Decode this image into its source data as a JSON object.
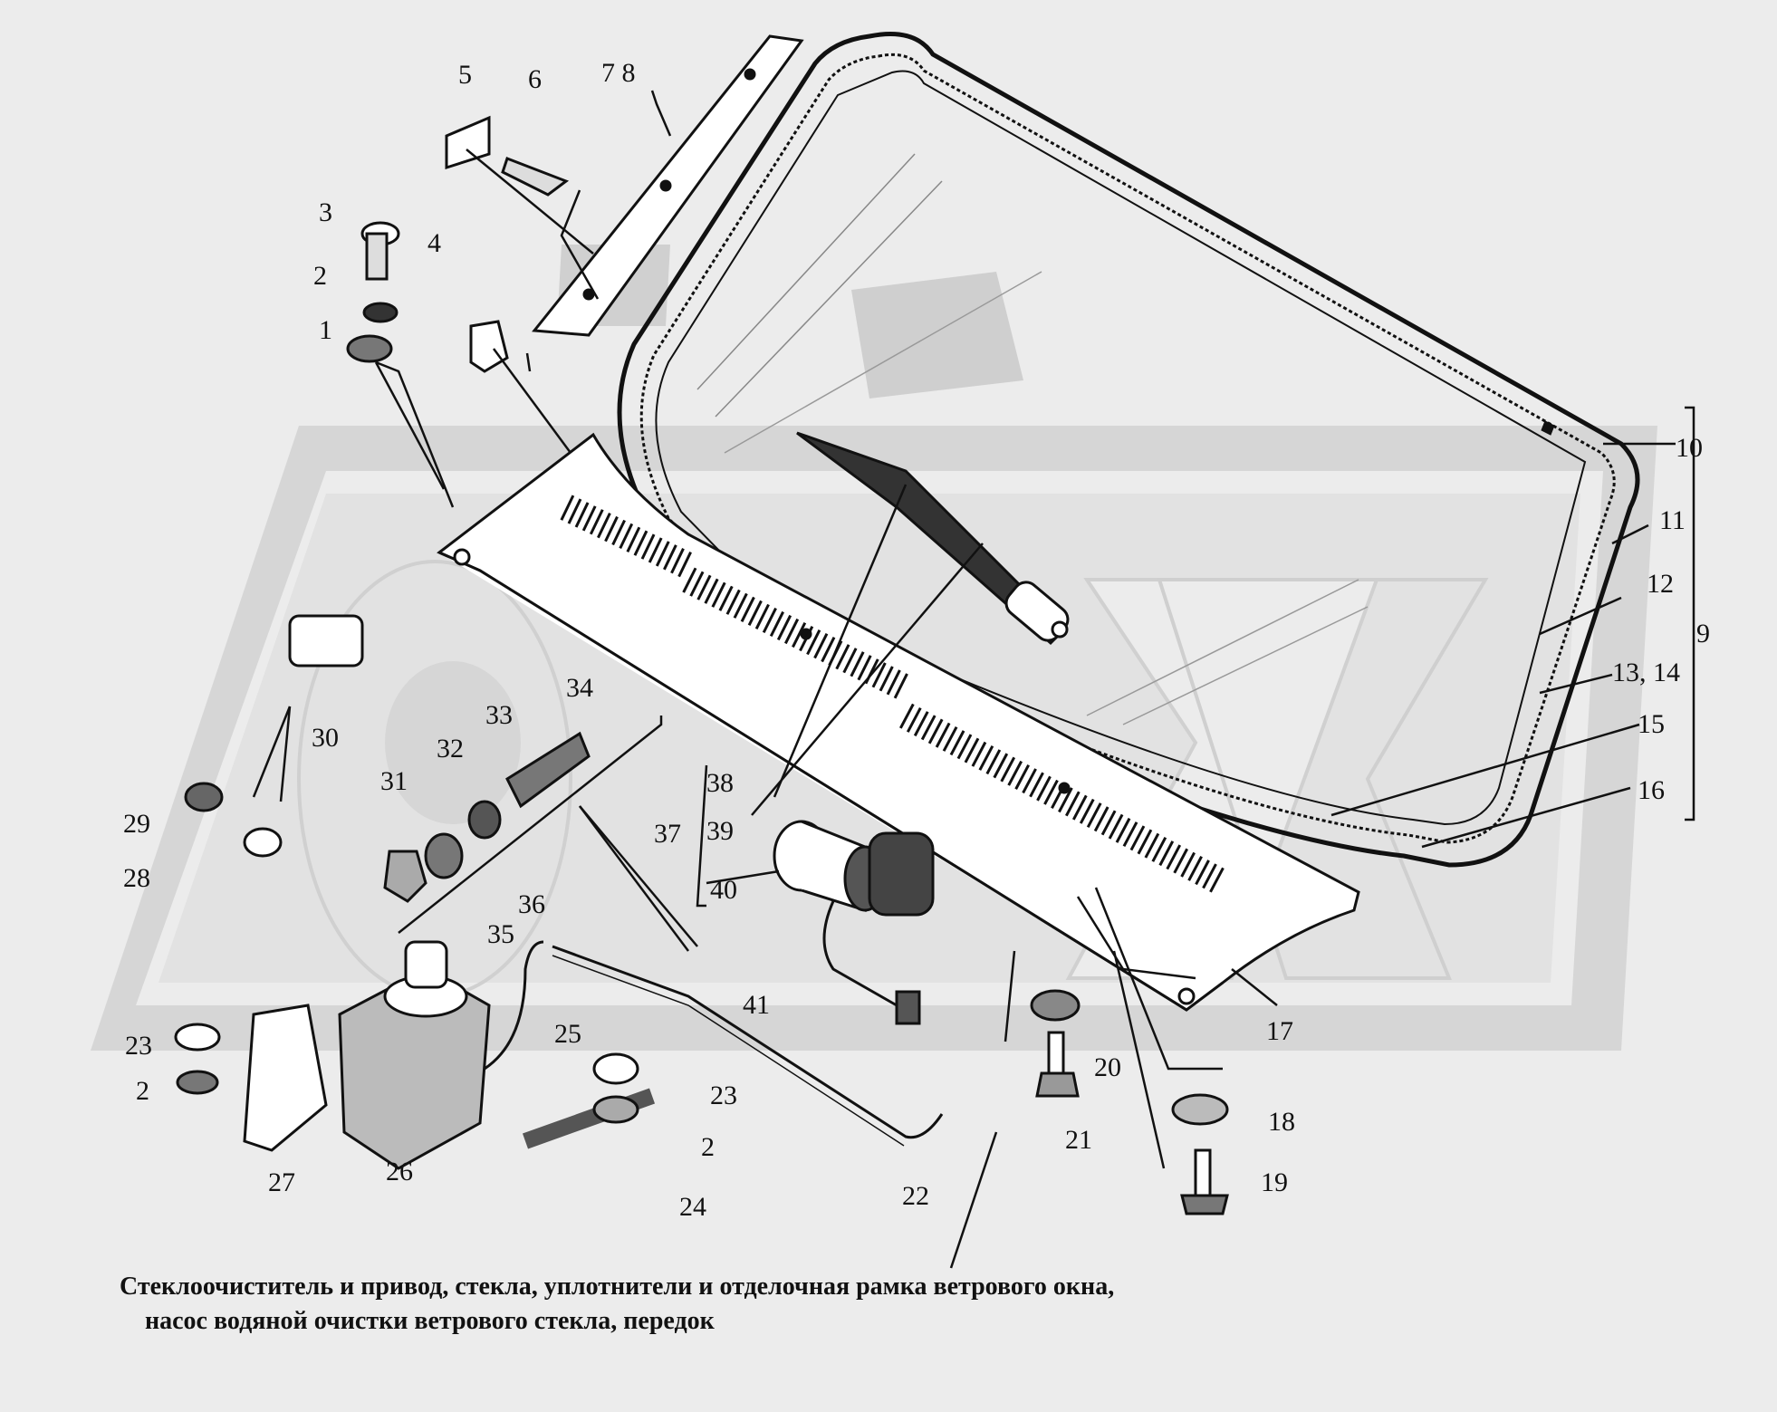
{
  "diagram": {
    "callouts": [
      {
        "id": "c5",
        "text": "5"
      },
      {
        "id": "c6",
        "text": "6"
      },
      {
        "id": "c7-8",
        "text": "7 8"
      },
      {
        "id": "c3",
        "text": "3"
      },
      {
        "id": "c4",
        "text": "4"
      },
      {
        "id": "c2-top",
        "text": "2"
      },
      {
        "id": "c1",
        "text": "1"
      },
      {
        "id": "c10",
        "text": "10"
      },
      {
        "id": "c11",
        "text": "11"
      },
      {
        "id": "c12",
        "text": "12"
      },
      {
        "id": "c9",
        "text": "9"
      },
      {
        "id": "c13-14",
        "text": "13, 14"
      },
      {
        "id": "c15",
        "text": "15"
      },
      {
        "id": "c16",
        "text": "16"
      },
      {
        "id": "c30",
        "text": "30"
      },
      {
        "id": "c34",
        "text": "34"
      },
      {
        "id": "c32",
        "text": "32"
      },
      {
        "id": "c33",
        "text": "33"
      },
      {
        "id": "c31",
        "text": "31"
      },
      {
        "id": "c29",
        "text": "29"
      },
      {
        "id": "c28",
        "text": "28"
      },
      {
        "id": "c38",
        "text": "38"
      },
      {
        "id": "c37",
        "text": "37"
      },
      {
        "id": "c39",
        "text": "39"
      },
      {
        "id": "c40",
        "text": "40"
      },
      {
        "id": "c36",
        "text": "36"
      },
      {
        "id": "c35",
        "text": "35"
      },
      {
        "id": "c41",
        "text": "41"
      },
      {
        "id": "c25",
        "text": "25"
      },
      {
        "id": "c23-left",
        "text": "23"
      },
      {
        "id": "c2-left",
        "text": "2"
      },
      {
        "id": "c23-mid",
        "text": "23"
      },
      {
        "id": "c2-mid",
        "text": "2"
      },
      {
        "id": "c24",
        "text": "24"
      },
      {
        "id": "c27",
        "text": "27"
      },
      {
        "id": "c26",
        "text": "26"
      },
      {
        "id": "c22",
        "text": "22"
      },
      {
        "id": "c17",
        "text": "17"
      },
      {
        "id": "c20",
        "text": "20"
      },
      {
        "id": "c21",
        "text": "21"
      },
      {
        "id": "c18",
        "text": "18"
      },
      {
        "id": "c19",
        "text": "19"
      }
    ],
    "caption_line1": "Стеклоочиститель и привод, стекла, уплотнители и отделочная рамка ветрового окна,",
    "caption_line2": "насос водяной очистки ветрового стекла, передок"
  }
}
